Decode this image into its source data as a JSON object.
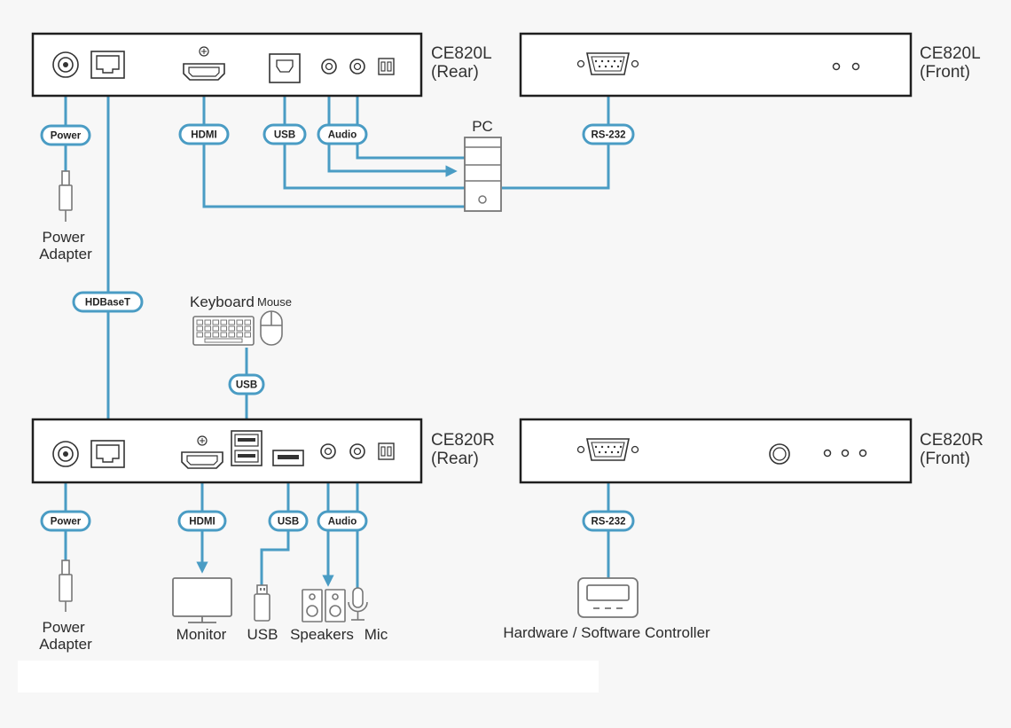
{
  "colors": {
    "cable": "#4a9cc4",
    "panel_border": "#1f1f1f",
    "panel_fill": "#ffffff",
    "background": "#f7f7f7",
    "icon_gray": "#777777",
    "text": "#2b2b2b"
  },
  "devices": {
    "ce820l_rear": "CE820L\n(Rear)",
    "ce820l_front": "CE820L\n(Front)",
    "ce820r_rear": "CE820R\n(Rear)",
    "ce820r_front": "CE820R\n(Front)"
  },
  "cable_labels": {
    "l_power": "Power",
    "l_hdmi": "HDMI",
    "l_usb": "USB",
    "l_audio": "Audio",
    "l_rs232": "RS-232",
    "hdbaset": "HDBaseT",
    "kbm_usb": "USB",
    "r_power": "Power",
    "r_hdmi": "HDMI",
    "r_usb": "USB",
    "r_audio": "Audio",
    "r_rs232": "RS-232"
  },
  "peripherals": {
    "pc": "PC",
    "power_adapter_top": "Power\nAdapter",
    "power_adapter_bottom": "Power\nAdapter",
    "keyboard": "Keyboard",
    "mouse": "Mouse",
    "monitor": "Monitor",
    "usb_drive": "USB",
    "speakers": "Speakers",
    "mic": "Mic",
    "controller": "Hardware / Software Controller"
  },
  "icons": [
    "power-jack-icon",
    "rj45-port-icon",
    "hdmi-port-icon",
    "usb-b-port-icon",
    "audio-jack-icon",
    "dip-switch-icon",
    "rs232-port-icon",
    "led-indicator-icon",
    "pc-tower-icon",
    "power-adapter-icon",
    "keyboard-icon",
    "mouse-icon",
    "usb-a-port-icon",
    "monitor-icon",
    "usb-drive-icon",
    "speakers-icon",
    "microphone-icon",
    "controller-icon"
  ]
}
